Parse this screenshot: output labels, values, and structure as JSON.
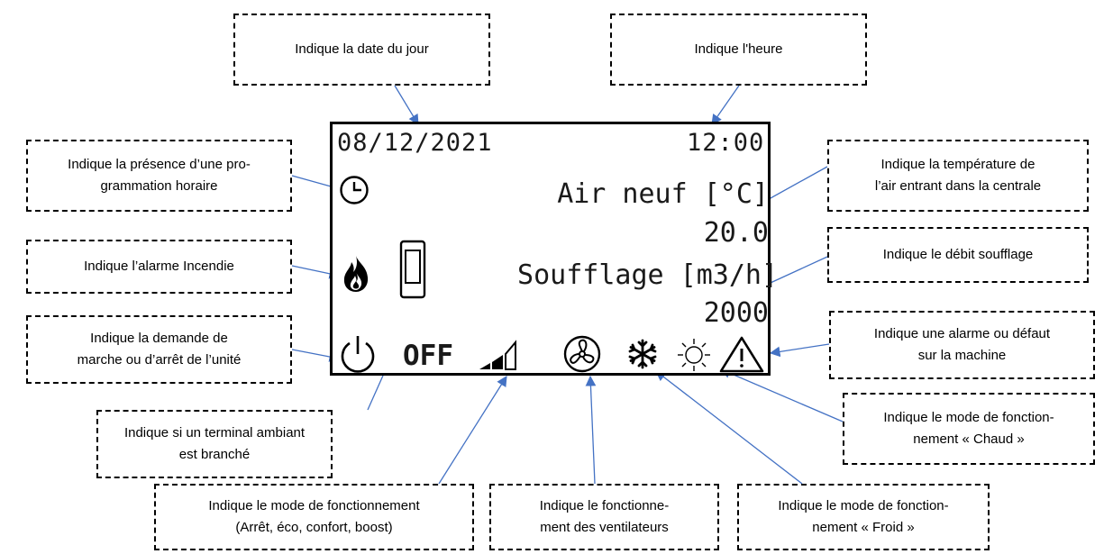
{
  "lcd": {
    "date": "08/12/2021",
    "time": "12:00",
    "air_label": "Air neuf [°C]",
    "air_value": "20.0",
    "flow_label": "Soufflage [m3/h]",
    "flow_value": "2000",
    "mode_status": "OFF"
  },
  "callouts": {
    "date": [
      "Indique la date du jour"
    ],
    "time": [
      "Indique l'heure"
    ],
    "schedule": [
      "Indique la présence d’une pro-",
      "grammation horaire"
    ],
    "temperature": [
      "Indique la température de",
      "l’air entrant dans la centrale"
    ],
    "fire": [
      "Indique l’alarme Incendie"
    ],
    "flow": [
      "Indique le débit soufflage"
    ],
    "onoff": [
      "Indique la demande de",
      "marche ou d’arrêt de l’unité"
    ],
    "fault": [
      "Indique une alarme ou défaut",
      "sur la machine"
    ],
    "terminal": [
      "Indique si un terminal ambiant",
      "est branché"
    ],
    "heat_mode": [
      "Indique le mode de fonction-",
      "nement « Chaud »"
    ],
    "operating_mode": [
      "Indique le mode de fonctionnement",
      "(Arrêt, éco, confort, boost)"
    ],
    "fans": [
      "Indique le fonctionne-",
      "ment des ventilateurs"
    ],
    "cold_mode": [
      "Indique le mode de fonction-",
      "nement « Froid »"
    ]
  },
  "icons": [
    "clock-icon",
    "fire-icon",
    "remote-terminal-icon",
    "power-icon",
    "signal-bars-icon",
    "fan-icon",
    "snowflake-icon",
    "sun-icon",
    "warning-triangle-icon"
  ],
  "colors": {
    "arrow": "#4472c4",
    "frame": "#000000"
  }
}
